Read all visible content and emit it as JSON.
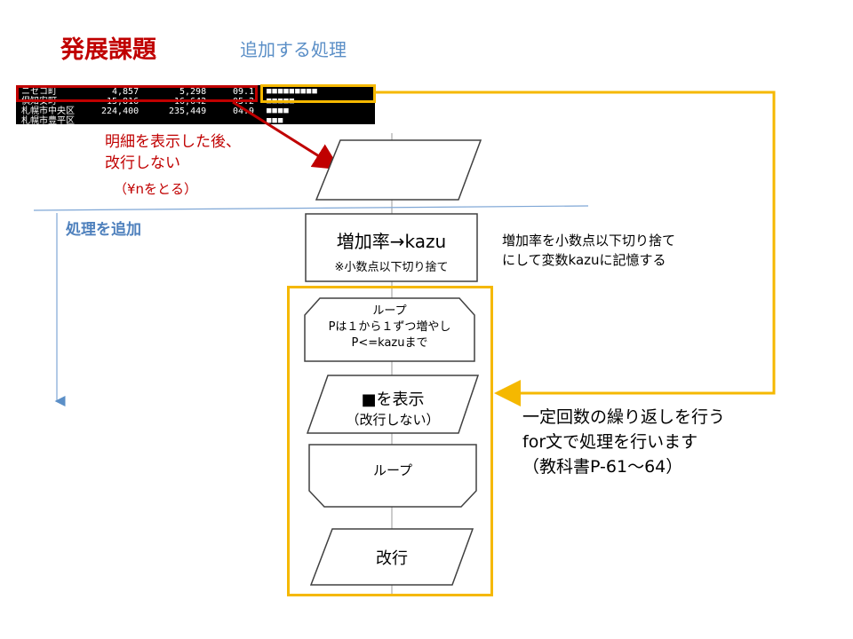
{
  "header": {
    "title": "発展課題",
    "subtitle": "追加する処理"
  },
  "console": {
    "rows": [
      {
        "name": "ニセコ町",
        "v1": "4,857",
        "v2": "5,298",
        "rate": "09.1",
        "bars": "■■■■■■■■■"
      },
      {
        "name": "倶知安町",
        "v1": "15,816",
        "v2": "16,642",
        "rate": "05.2",
        "bars": "■■■■■"
      },
      {
        "name": "札幌市中央区",
        "v1": "224,400",
        "v2": "235,449",
        "rate": "04.9",
        "bars": "■■■■"
      },
      {
        "name": "札幌市豊平区",
        "v1": "",
        "v2": "",
        "rate": "",
        "bars": "■■■"
      }
    ]
  },
  "annotations": {
    "detail_note_line1": "明細を表示した後、",
    "detail_note_line2": "改行しない",
    "detail_note_line3": "（¥nをとる）",
    "add_process": "処理を追加",
    "kazu_note_line1": "増加率を小数点以下切り捨て",
    "kazu_note_line2": "にして変数kazuに記憶する",
    "loop_note_line1": "一定回数の繰り返しを行う",
    "loop_note_line2": "for文で処理を行います",
    "loop_note_line3": "（教科書P-61〜64）"
  },
  "flowchart": {
    "kazu_main": "増加率→kazu",
    "kazu_sub": "※小数点以下切り捨て",
    "loop_top_line1": "ループ",
    "loop_top_line2": "Pは１から１ずつ増やし",
    "loop_top_line3": "P<=kazuまで",
    "display_line1": "■を表示",
    "display_line2": "（改行しない）",
    "loop_bottom": "ループ",
    "newline": "改行"
  },
  "colors": {
    "accent_red": "#c00000",
    "accent_yellow": "#f5b800",
    "accent_blue": "#5b8fc7"
  }
}
